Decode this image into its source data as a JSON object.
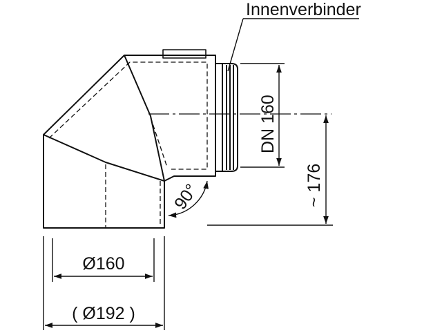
{
  "labels": {
    "connector": "Innenverbinder",
    "dn": "DN 160",
    "height": "~ 176",
    "angle": "90°",
    "inner_diameter": "Ø160",
    "outer_diameter": "( Ø192 )"
  },
  "colors": {
    "stroke": "#111111",
    "background": "#ffffff"
  }
}
